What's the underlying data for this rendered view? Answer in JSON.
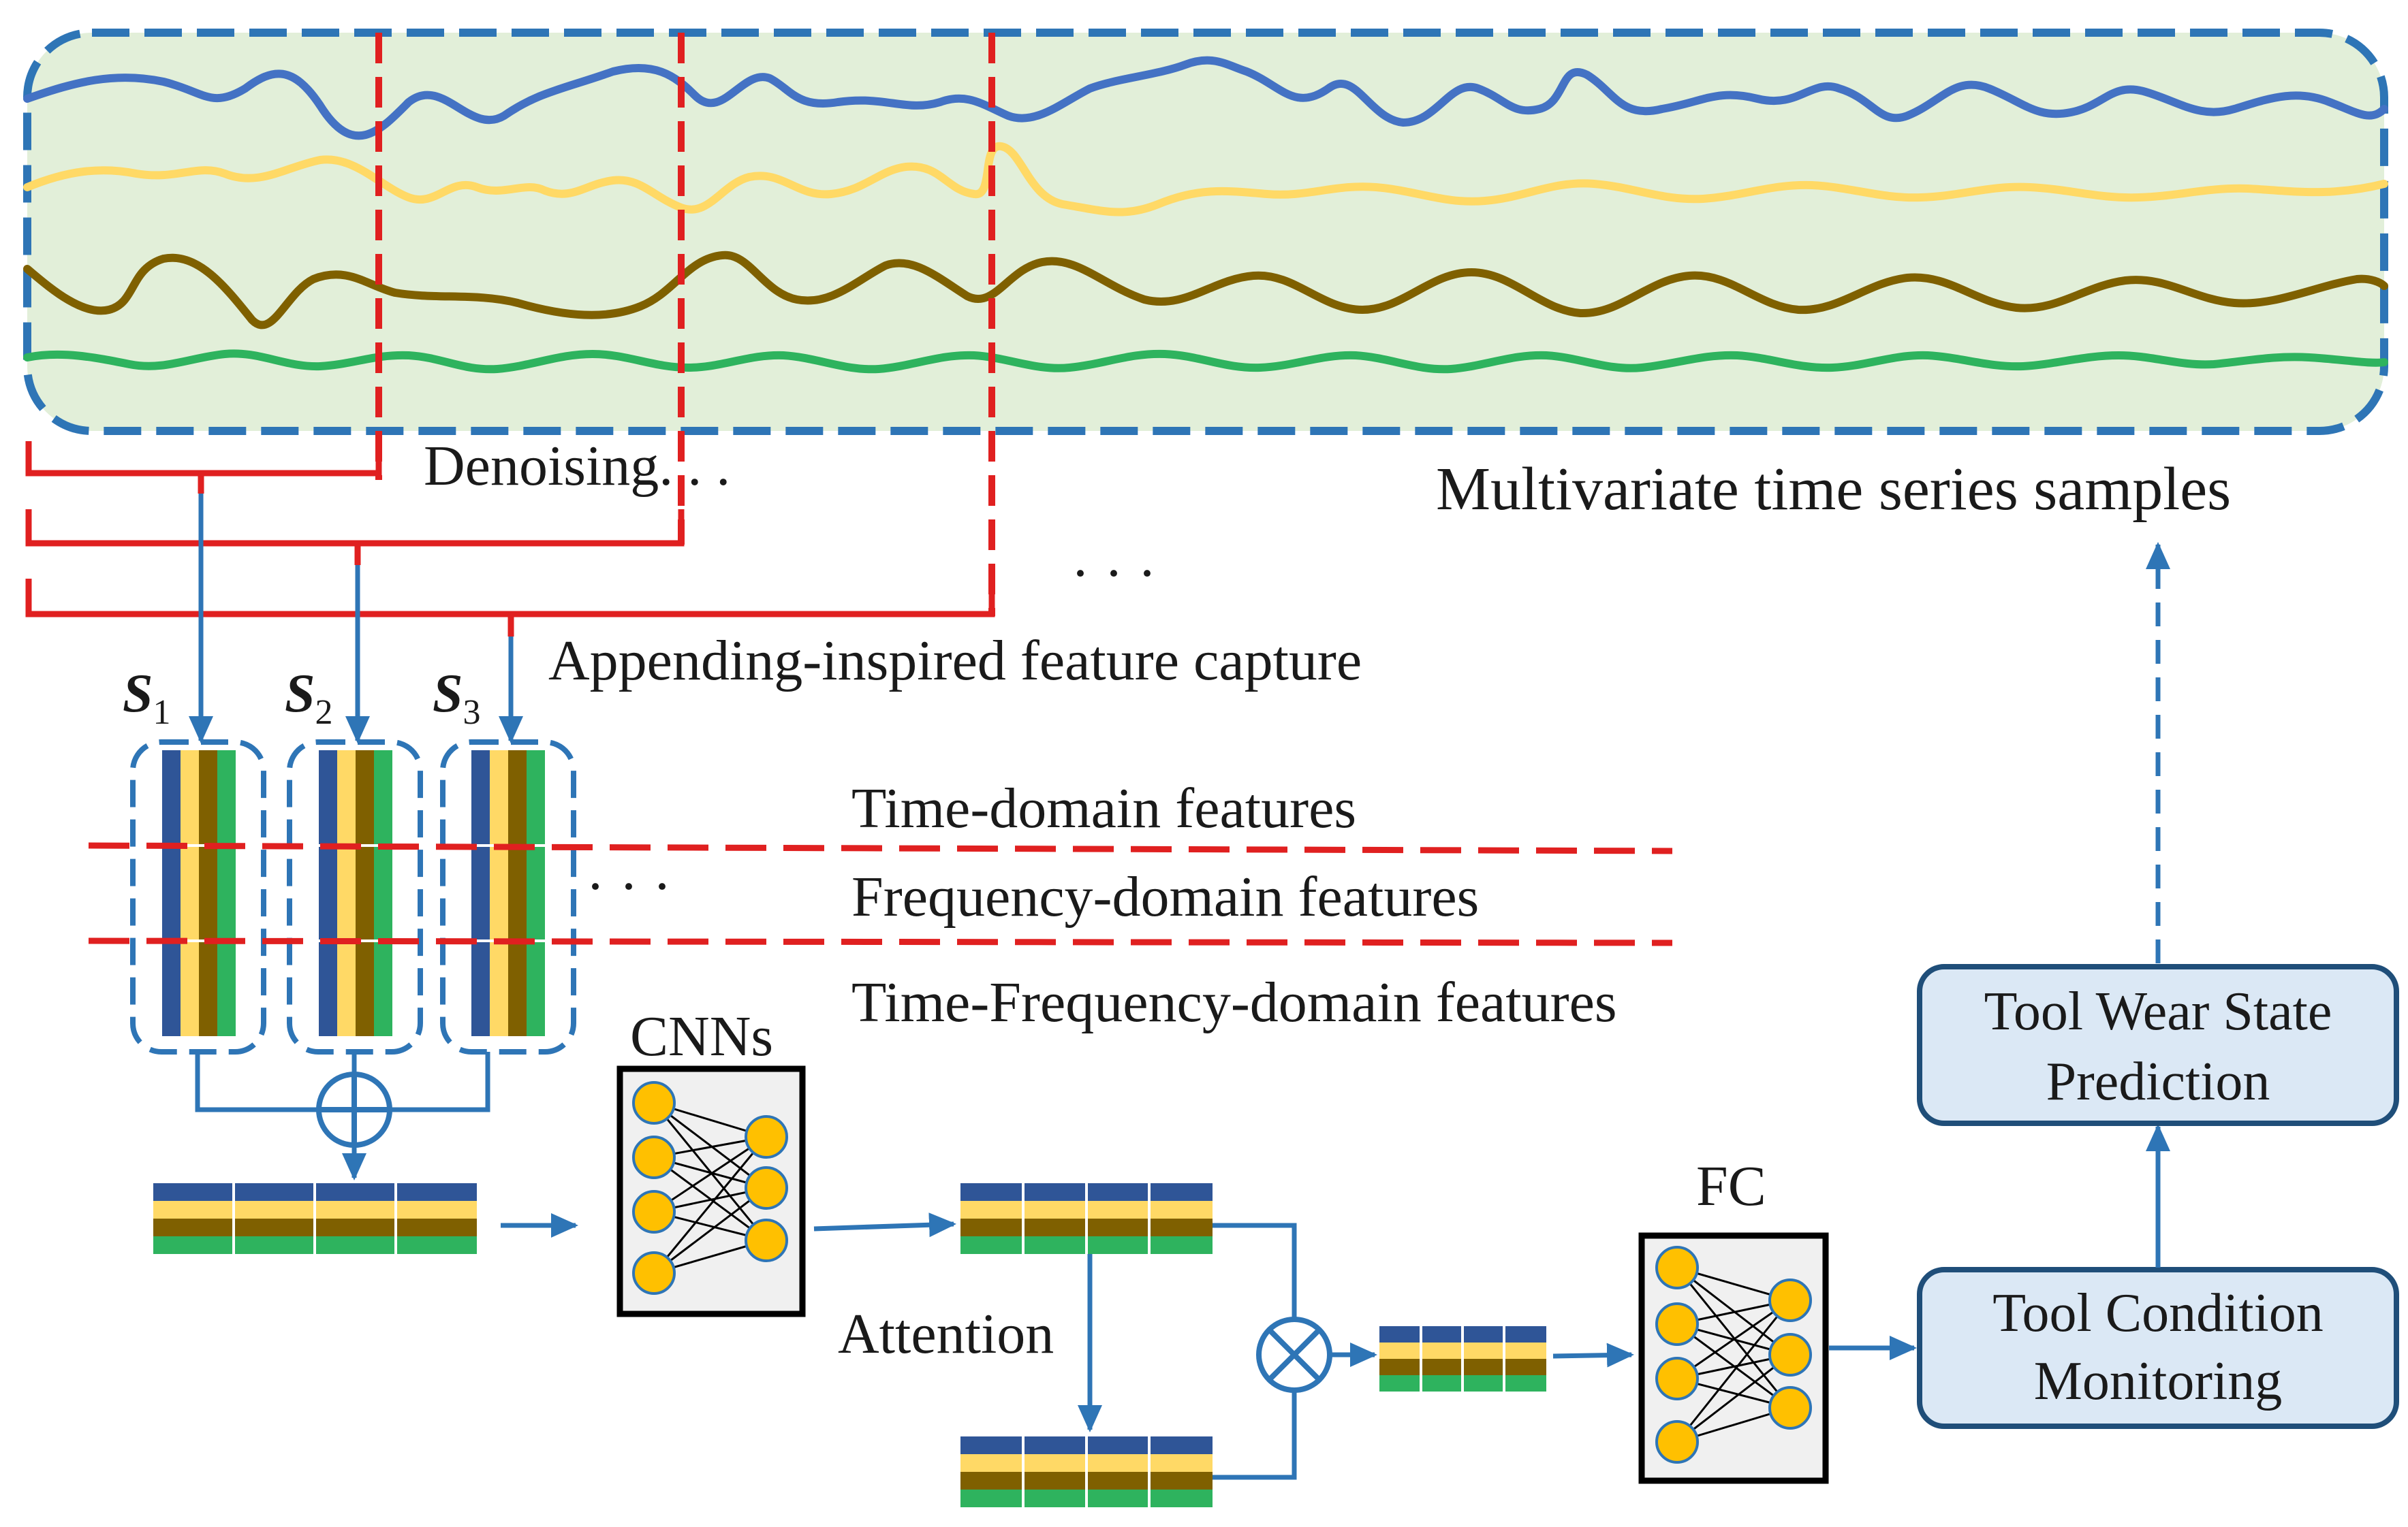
{
  "colors": {
    "series_blue": "#4472c4",
    "series_yellow": "#ffd966",
    "series_brown": "#7f6000",
    "series_green": "#2eb35e",
    "panel_fill": "#e2efd9",
    "panel_border": "#2e75b6",
    "arrow": "#2e75b6",
    "red_marker": "#e02020",
    "node_fill": "#ffc000",
    "box_fill": "#dbe8f5"
  },
  "series": [
    {
      "icon": "blue-wave",
      "color": "#4472c4"
    },
    {
      "icon": "yellow-wave",
      "color": "#ffd966"
    },
    {
      "icon": "brown-wave",
      "color": "#7f6000"
    },
    {
      "icon": "green-wave",
      "color": "#2eb35e"
    }
  ],
  "labels": {
    "denoising": "Denoising. . .",
    "ellipsis": "· · ·",
    "mts_samples": "Multivariate time series samples",
    "appending": "Appending-inspired feature capture",
    "s1_base": "S",
    "s1_sub": "1",
    "s2_base": "S",
    "s2_sub": "2",
    "s3_base": "S",
    "s3_sub": "3",
    "time_domain": "Time-domain features",
    "freq_domain": "Frequency-domain features",
    "tf_domain": "Time-Frequency-domain features",
    "cnns": "CNNs",
    "attention": "Attention",
    "fc": "FC"
  },
  "boxes": {
    "prediction": {
      "line1": "Tool Wear State",
      "line2": "Prediction"
    },
    "monitoring": {
      "line1": "Tool Condition",
      "line2": "Monitoring"
    }
  }
}
